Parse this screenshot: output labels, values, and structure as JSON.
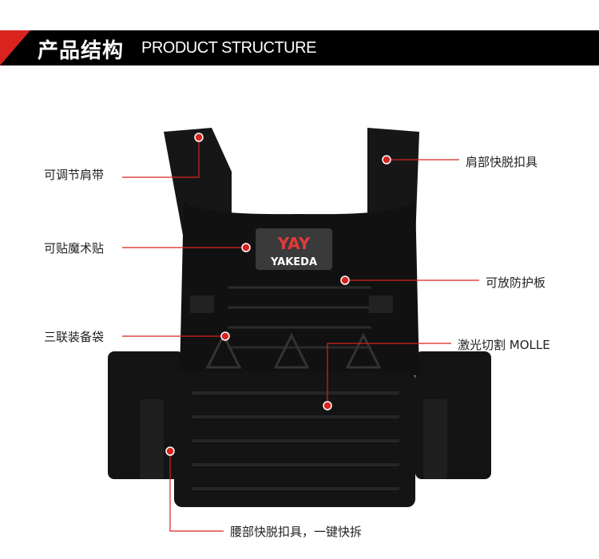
{
  "header": {
    "title_cn": "产品结构",
    "title_en": "PRODUCT STRUCTURE"
  },
  "brand": {
    "logo_text": "YAKEDA",
    "logo_mark": "YAY"
  },
  "callouts": [
    {
      "label": "可调节肩带"
    },
    {
      "label": "肩部快脱扣具"
    },
    {
      "label": "可贴魔术贴"
    },
    {
      "label": "可放防护板"
    },
    {
      "label": "三联装备袋"
    },
    {
      "label": "激光切割 MOLLE"
    },
    {
      "label": "腰部快脱扣具，一键快拆"
    }
  ],
  "colors": {
    "accent": "#d8231f",
    "header_bg": "#000000",
    "line": "#d8231f"
  }
}
